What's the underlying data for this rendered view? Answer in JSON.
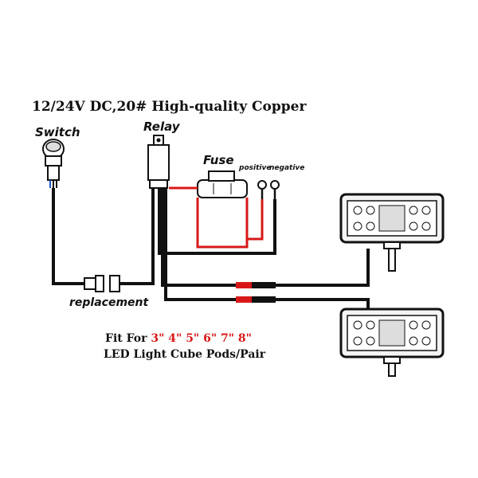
{
  "title": "12/24V DC,20# High-quality Copper",
  "labels": {
    "switch": "Switch",
    "relay": "Relay",
    "fuse": "Fuse",
    "replacement": "replacement",
    "positive": "positive",
    "negative": "negative"
  },
  "fit": {
    "prefix": "Fit For",
    "sizes": "3\" 4\" 5\" 6\" 7\" 8\"",
    "line2": "LED Light Cube Pods/Pair"
  },
  "colors": {
    "wire": "#111111",
    "power_wire": "#d81818",
    "size_text": "#d81818"
  },
  "icons": [
    "switch-icon",
    "relay-icon",
    "fuse-holder-icon",
    "connector-icon",
    "ring-terminal-icon",
    "led-light-bar-icon"
  ]
}
